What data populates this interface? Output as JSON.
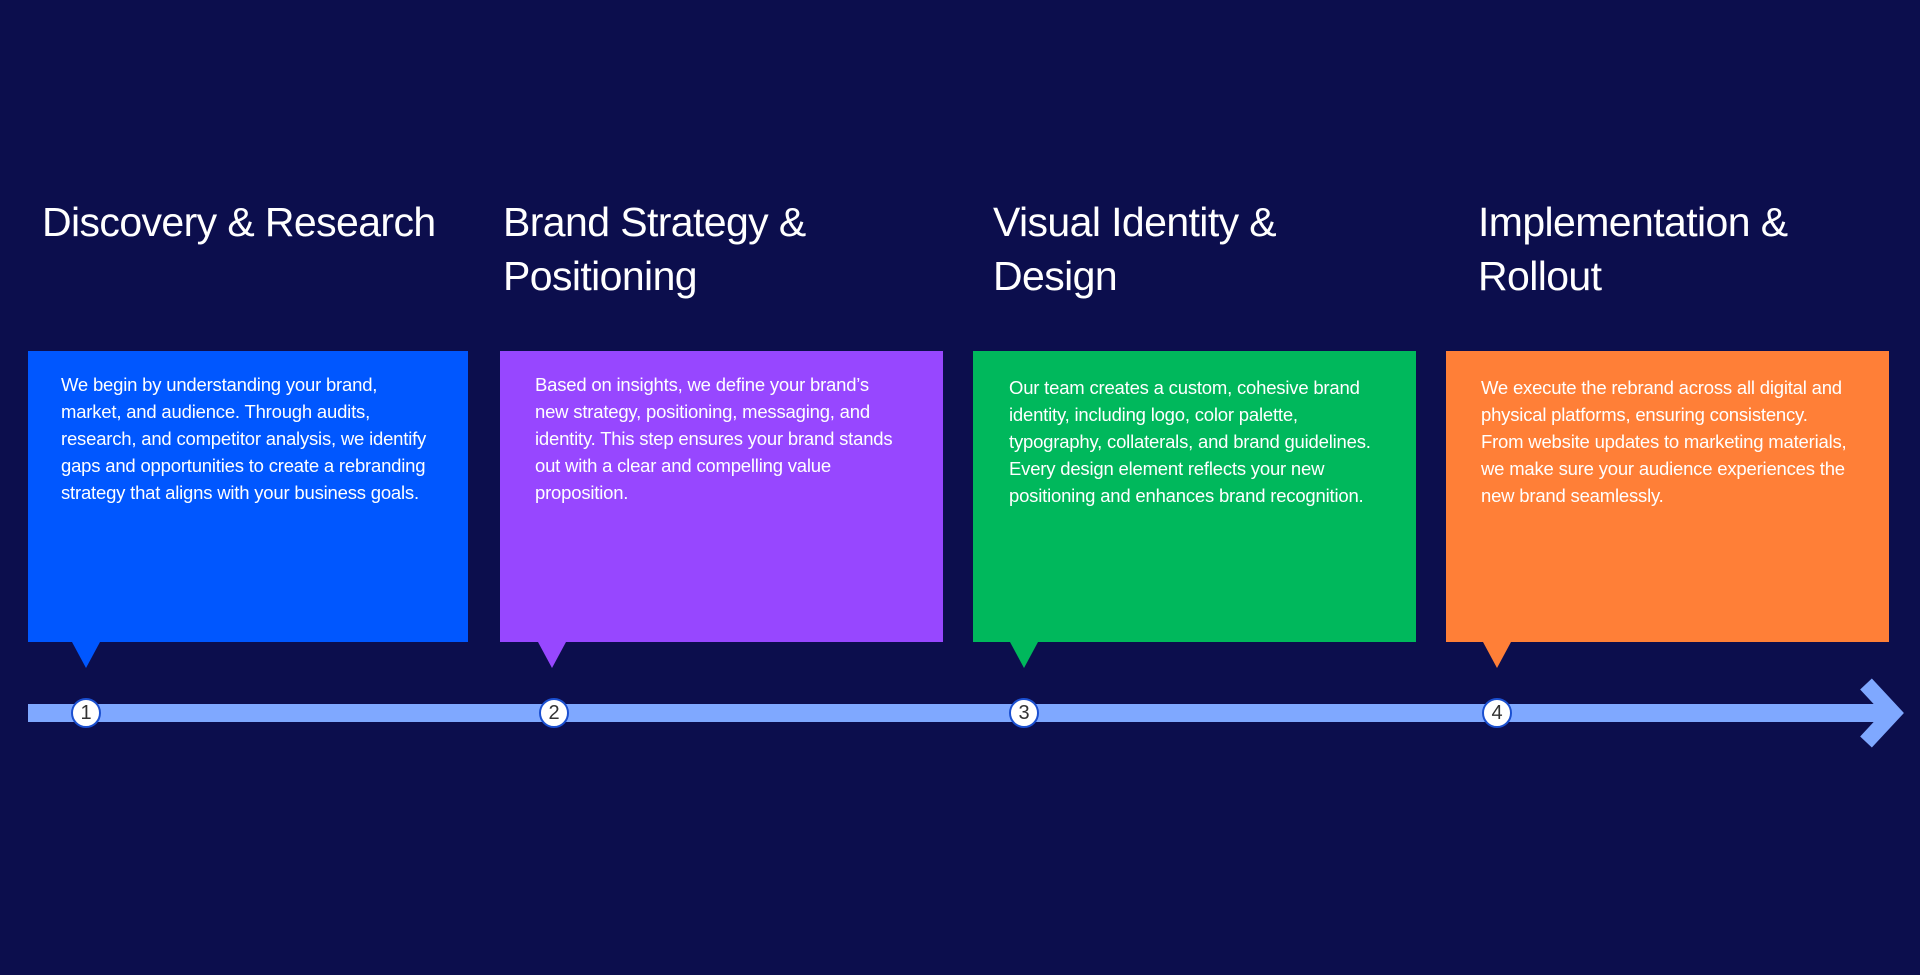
{
  "colors": {
    "background": "#0c0e4d",
    "timeline": "#7fa8ff",
    "marker_border": "#1a4fd0",
    "title_text": "#ffffff"
  },
  "steps": [
    {
      "number": "1",
      "title": "Discovery & Research",
      "description": "We begin by understanding your brand, market, and audience. Through audits, research, and competitor analysis, we identify gaps and opportunities to create a rebranding strategy that aligns with your business goals.",
      "color": "#0057ff"
    },
    {
      "number": "2",
      "title": "Brand Strategy & Positioning",
      "description": "Based on insights, we define your brand’s new strategy, positioning, messaging, and identity. This step ensures your brand stands out with a clear and compelling value proposition.",
      "color": "#9747ff"
    },
    {
      "number": "3",
      "title": "Visual Identity & Design",
      "description": "Our team creates a custom, cohesive brand identity, including logo, color palette, typography, collaterals, and brand guidelines. Every design element reflects your new positioning and enhances brand recognition.",
      "color": "#00b85c"
    },
    {
      "number": "4",
      "title": "Implementation & Rollout",
      "description": "We execute the rebrand across all digital and physical platforms, ensuring consistency. From website updates to marketing materials, we make sure your audience experiences the new brand seamlessly.",
      "color": "#ff7f37"
    }
  ]
}
